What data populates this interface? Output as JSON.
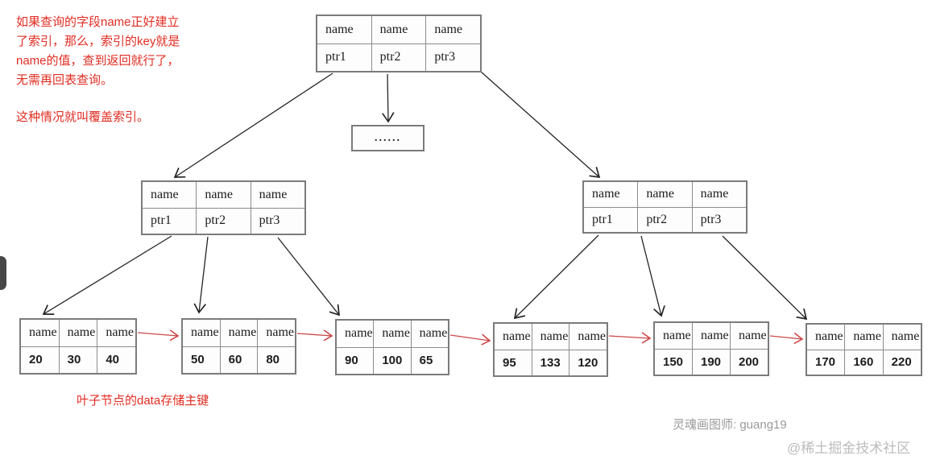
{
  "colors": {
    "annotation": "#e02d22",
    "leaf_link": "#cc4747",
    "node_border": "#7b7b7b",
    "credit": "#9a9a9a",
    "watermark": "#bcbcbc"
  },
  "annotation": {
    "line1": "如果查询的字段name正好建立",
    "line2": "了索引，那么，索引的key就是",
    "line3": "name的值，查到返回就行了，",
    "line4": "无需再回表查询。",
    "line5": "这种情况就叫覆盖索引。"
  },
  "tree": {
    "root": {
      "keys": [
        "name",
        "name",
        "name"
      ],
      "pointers": [
        "ptr1",
        "ptr2",
        "ptr3"
      ]
    },
    "ellipsis_node": "......",
    "internal_left": {
      "keys": [
        "name",
        "name",
        "name"
      ],
      "pointers": [
        "ptr1",
        "ptr2",
        "ptr3"
      ]
    },
    "internal_right": {
      "keys": [
        "name",
        "name",
        "name"
      ],
      "pointers": [
        "ptr1",
        "ptr2",
        "ptr3"
      ]
    },
    "leaves": [
      {
        "keys": [
          "name",
          "name",
          "name"
        ],
        "values": [
          "20",
          "30",
          "40"
        ]
      },
      {
        "keys": [
          "name",
          "name",
          "name"
        ],
        "values": [
          "50",
          "60",
          "80"
        ]
      },
      {
        "keys": [
          "name",
          "name",
          "name"
        ],
        "values": [
          "90",
          "100",
          "65"
        ]
      },
      {
        "keys": [
          "name",
          "name",
          "name"
        ],
        "values": [
          "95",
          "133",
          "120"
        ]
      },
      {
        "keys": [
          "name",
          "name",
          "name"
        ],
        "values": [
          "150",
          "190",
          "200"
        ]
      },
      {
        "keys": [
          "name",
          "name",
          "name"
        ],
        "values": [
          "170",
          "160",
          "220"
        ]
      }
    ]
  },
  "leaf_label": "叶子节点的data存储主键",
  "credit": "灵魂画图师: guang19",
  "watermark": "@稀土掘金技术社区"
}
